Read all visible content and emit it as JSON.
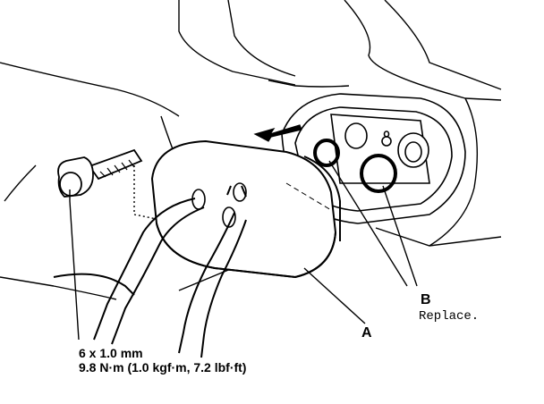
{
  "callouts": {
    "a": {
      "letter": "A"
    },
    "b": {
      "letter": "B",
      "note": "Replace."
    }
  },
  "bolt_spec": {
    "size": "6 x 1.0 mm",
    "torque": "9.8 N·m (1.0 kgf·m, 7.2 lbf·ft)"
  },
  "colors": {
    "ink": "#000000",
    "paper": "#ffffff"
  }
}
